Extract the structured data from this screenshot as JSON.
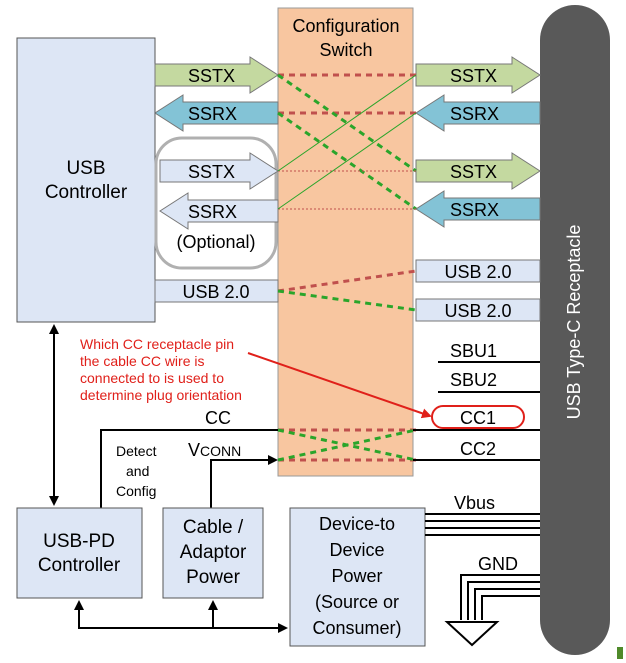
{
  "blocks": {
    "usb_controller": [
      "USB",
      "Controller"
    ],
    "config_switch": [
      "Configuration",
      "Switch"
    ],
    "receptacle": "USB Type-C Receptacle",
    "usb_pd": [
      "USB-PD",
      "Controller"
    ],
    "cable_power": [
      "Cable /",
      "Adaptor",
      "Power"
    ],
    "device_power": [
      "Device-to",
      "Device",
      "Power",
      "(Source or",
      "Consumer)"
    ]
  },
  "signals": {
    "sstx": "SSTX",
    "ssrx": "SSRX",
    "optional": "(Optional)",
    "usb2": "USB 2.0",
    "sbu1": "SBU1",
    "sbu2": "SBU2",
    "cc": "CC",
    "cc1": "CC1",
    "cc2": "CC2",
    "vconn_v": "V",
    "vconn_sub": "CONN",
    "vbus": "Vbus",
    "gnd": "GND",
    "detect_config": [
      "Detect",
      "and",
      "Config"
    ]
  },
  "annotation": [
    "Which CC receptacle pin",
    "the cable CC wire is",
    "connected to is used to",
    "determine plug orientation"
  ],
  "colors": {
    "switch_fill": "#f8c6a0",
    "sstx_fill": "#c4d9a0",
    "ssrx_fill": "#83c3d6",
    "opt_fill": "#dde6f5",
    "block_fill": "#dde6f5",
    "receptacle_fill": "#595959",
    "red_dash": "#c0504d",
    "green_dash": "#2aa52a",
    "note_red": "#e0201a"
  }
}
